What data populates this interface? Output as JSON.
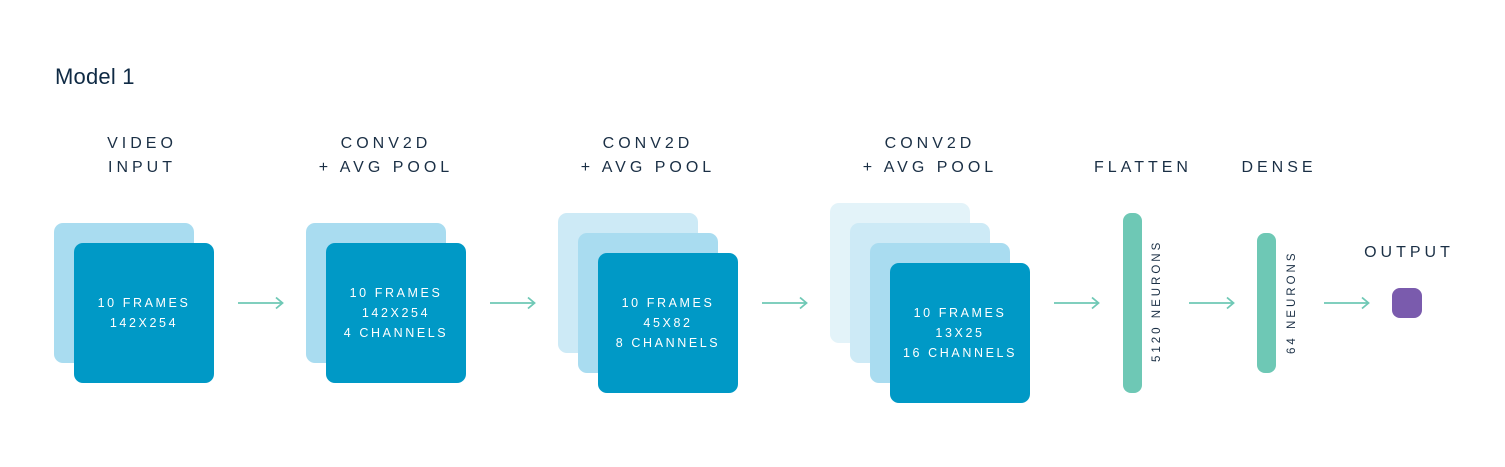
{
  "title": "Model 1",
  "stages": [
    {
      "head1": "VIDEO",
      "head2": "INPUT",
      "lines": [
        "10 FRAMES",
        "142X254"
      ]
    },
    {
      "head1": "CONV2D",
      "head2": "+ AVG POOL",
      "lines": [
        "10 FRAMES",
        "142X254",
        "4 CHANNELS"
      ]
    },
    {
      "head1": "CONV2D",
      "head2": "+ AVG POOL",
      "lines": [
        "10 FRAMES",
        "45X82",
        "8 CHANNELS"
      ]
    },
    {
      "head1": "CONV2D",
      "head2": "+ AVG POOL",
      "lines": [
        "10 FRAMES",
        "13X25",
        "16 CHANNELS"
      ]
    }
  ],
  "flatten": {
    "head": "FLATTEN",
    "label": "5120 NEURONS"
  },
  "dense": {
    "head": "DENSE",
    "label": "64 NEURONS"
  },
  "output": {
    "head": "OUTPUT"
  },
  "colors": {
    "front": "#0099c6",
    "layer_back": "#a9dcf0",
    "layer_mid": "#cdeaf6",
    "layer_far": "#e3f3f9",
    "neurons": "#6ec8b5",
    "arrow": "#6ec8b5",
    "output": "#7a5bad"
  }
}
